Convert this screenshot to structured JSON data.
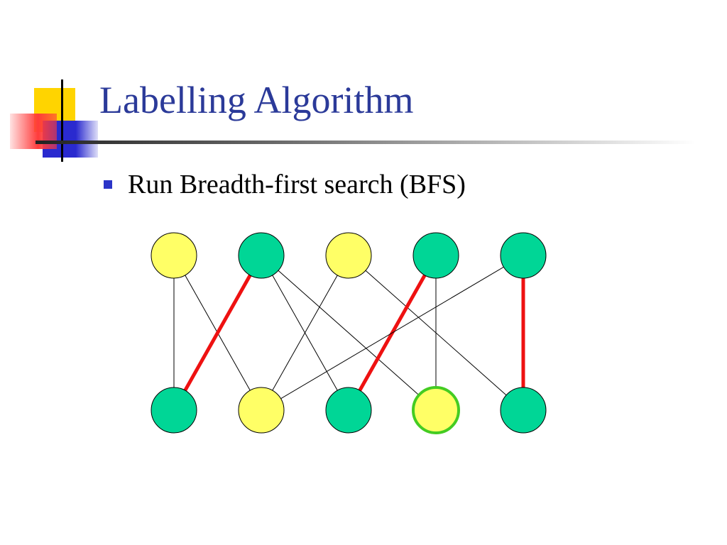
{
  "slide": {
    "title": "Labelling Algorithm",
    "bullets": [
      "Run Breadth-first search (BFS)"
    ]
  },
  "colors": {
    "title": "#2b3a99",
    "bullet": "#2b35c8",
    "deco_yellow": "#ffd400",
    "deco_red": "#ff3b3b",
    "deco_blue": "#2a2acf",
    "node_yellow": "#ffff66",
    "node_teal": "#00d696",
    "matched_edge": "#ee1111",
    "highlight_ring": "#44cc22",
    "edge": "#000000"
  },
  "graph": {
    "top_nodes": [
      {
        "id": "t1",
        "color": "yellow"
      },
      {
        "id": "t2",
        "color": "teal"
      },
      {
        "id": "t3",
        "color": "yellow"
      },
      {
        "id": "t4",
        "color": "teal"
      },
      {
        "id": "t5",
        "color": "teal"
      }
    ],
    "bottom_nodes": [
      {
        "id": "b1",
        "color": "teal"
      },
      {
        "id": "b2",
        "color": "yellow"
      },
      {
        "id": "b3",
        "color": "teal"
      },
      {
        "id": "b4",
        "color": "yellow",
        "highlighted": true
      },
      {
        "id": "b5",
        "color": "teal"
      }
    ],
    "edges": [
      {
        "from": "t1",
        "to": "b1",
        "matched": false
      },
      {
        "from": "t1",
        "to": "b2",
        "matched": false
      },
      {
        "from": "t2",
        "to": "b1",
        "matched": true
      },
      {
        "from": "t2",
        "to": "b3",
        "matched": false
      },
      {
        "from": "t2",
        "to": "b4",
        "matched": false
      },
      {
        "from": "t3",
        "to": "b2",
        "matched": false
      },
      {
        "from": "t3",
        "to": "b5",
        "matched": false
      },
      {
        "from": "t4",
        "to": "b3",
        "matched": true
      },
      {
        "from": "t4",
        "to": "b4",
        "matched": false
      },
      {
        "from": "t5",
        "to": "b2",
        "matched": false
      },
      {
        "from": "t5",
        "to": "b5",
        "matched": true
      }
    ]
  }
}
